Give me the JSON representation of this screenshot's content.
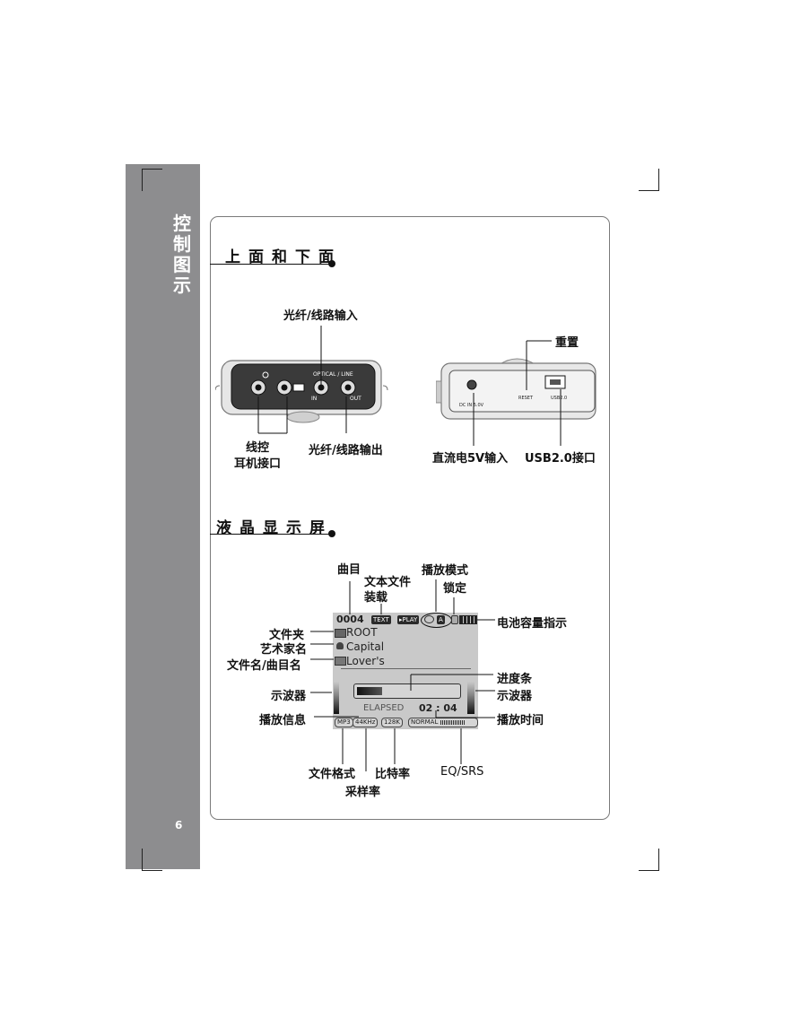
{
  "sidebar": {
    "title": "控制图示",
    "page_number": "6"
  },
  "sections": {
    "top_bottom": {
      "title": "上面和下面"
    },
    "lcd": {
      "title": "液晶显示屏"
    }
  },
  "device_labels": {
    "optical_in": "光纤/线路输入",
    "reset": "重置",
    "remote_line1": "线控",
    "remote_line2": "耳机接口",
    "optical_out": "光纤/线路输出",
    "dc_input": "直流电5V输入",
    "usb": "USB2.0接口"
  },
  "device_print": {
    "optical_line": "OPTICAL / LINE",
    "in": "IN",
    "out": "OUT",
    "reset": "RESET",
    "usb": "USB2.0",
    "dc": "DC IN 5.0V"
  },
  "lcd_labels": {
    "track": "曲目",
    "text_file_line1": "文本文件",
    "text_file_line2": "装载",
    "play_mode": "播放模式",
    "lock": "锁定",
    "battery": "电池容量指示",
    "folder": "文件夹",
    "artist": "艺术家名",
    "filename": "文件名/曲目名",
    "progress": "进度条",
    "osc_left": "示波器",
    "osc_right": "示波器",
    "play_info": "播放信息",
    "play_time": "播放时间",
    "file_format": "文件格式",
    "bitrate": "比特率",
    "sample_rate": "采样率",
    "eq": "EQ/SRS"
  },
  "lcd_screen": {
    "track": "0004",
    "text_badge": "TEXT",
    "play_badge": "▸PLAY",
    "repeat_badge": "A",
    "folder": "ROOT",
    "artist": "Capital",
    "song": "Lover's",
    "elapsed": "ELAPSED",
    "time": "02 : 04",
    "format": "MP3",
    "sample": "44KHz",
    "bitrate": "128K",
    "eq": "NORMAL"
  }
}
